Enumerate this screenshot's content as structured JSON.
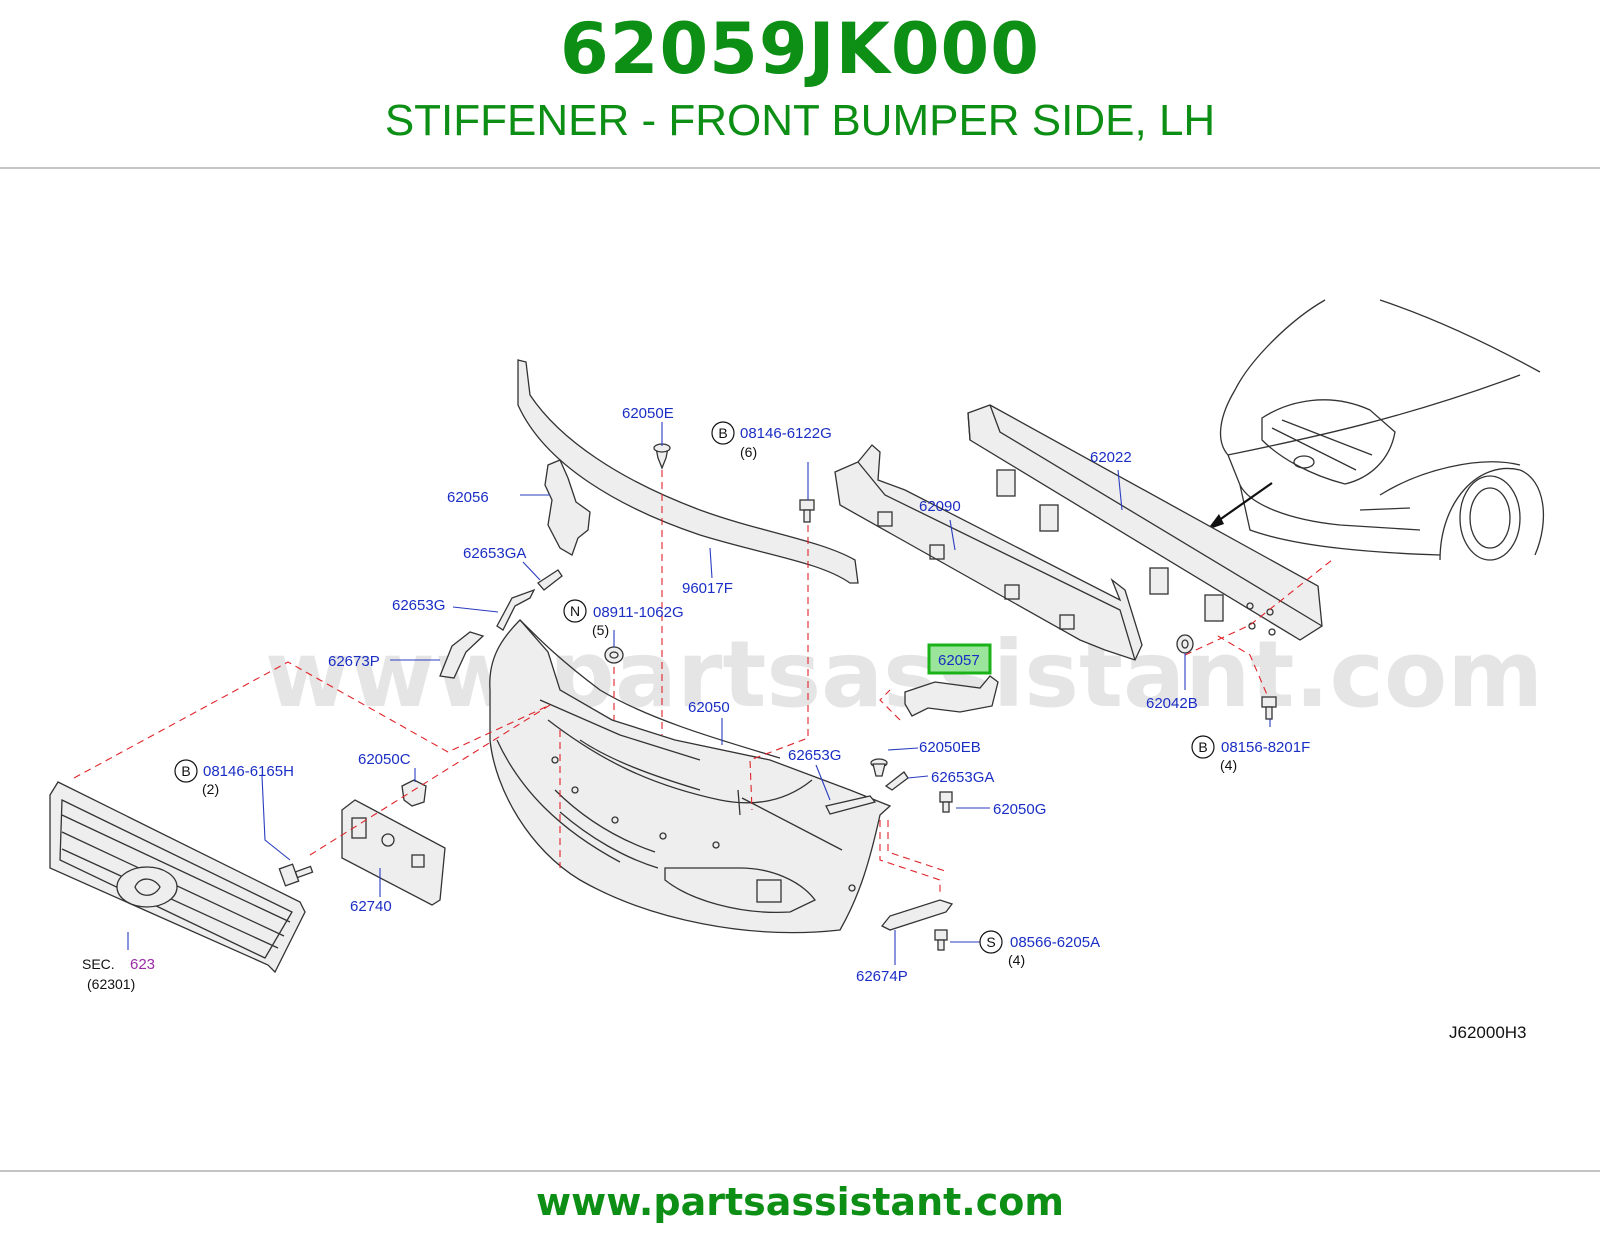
{
  "header": {
    "part_number": "62059JK000",
    "description": "STIFFENER - FRONT BUMPER SIDE, LH"
  },
  "watermark": "www.partsassistant.com",
  "footer": {
    "url": "www.partsassistant.com"
  },
  "diagram": {
    "code": "J62000H3",
    "highlight": "62057",
    "sec_ref": {
      "prefix": "SEC.",
      "number": "623",
      "sub": "(62301)"
    },
    "labels": {
      "l_62050E": "62050E",
      "l_08146_6122G": "08146-6122G",
      "l_08146_6122G_qty": "(6)",
      "l_62022": "62022",
      "l_62056": "62056",
      "l_62090": "62090",
      "l_62653GA_top": "62653GA",
      "l_96017F": "96017F",
      "l_62653G_left": "62653G",
      "l_08911_1062G": "08911-1062G",
      "l_08911_1062G_qty": "(5)",
      "l_62673P": "62673P",
      "l_62050": "62050",
      "l_62042B": "62042B",
      "l_62050EB": "62050EB",
      "l_08156_8201F": "08156-8201F",
      "l_08156_8201F_qty": "(4)",
      "l_08146_6165H": "08146-6165H",
      "l_08146_6165H_qty": "(2)",
      "l_62050C": "62050C",
      "l_62653G_right": "62653G",
      "l_62653GA_right": "62653GA",
      "l_62050G": "62050G",
      "l_62740": "62740",
      "l_08566_6205A": "08566-6205A",
      "l_08566_6205A_qty": "(4)",
      "l_62674P": "62674P"
    },
    "circle_letters": {
      "b1": "B",
      "b2": "B",
      "b3": "B",
      "n": "N",
      "s": "S"
    }
  },
  "colors": {
    "title_green": "#0c8f14",
    "label_blue": "#1a2ec4",
    "guide_red": "#e0242a",
    "sec_purple": "#9b2aa8"
  }
}
